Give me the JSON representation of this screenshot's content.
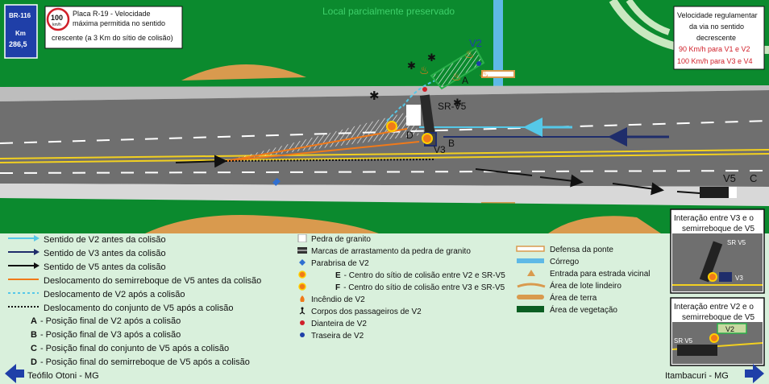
{
  "header": {
    "title": "Local parcialmente preservado",
    "br_sign": {
      "line1": "BR-116",
      "line2": "Km",
      "line3": "286,5"
    },
    "speed_sign": {
      "value": "100",
      "unit": "km/h",
      "text1": "Placa R-19 - Velocidade",
      "text2": "máxima permitida no sentido",
      "text3": "crescente (a 3 Km do sítio de colisão)"
    },
    "speed_info": {
      "line1": "Velocidade regulamentar",
      "line2": "da via no sentido",
      "line3": "decrescente",
      "line4": "90 Km/h para V1 e V2",
      "line5": "100 Km/h para V3 e V4"
    }
  },
  "scene_labels": {
    "v2": "V2",
    "a": "A",
    "srv5": "SR-V5",
    "d": "D",
    "v3": "V3",
    "b": "B",
    "v5": "V5",
    "c": "C"
  },
  "insets": {
    "inset1": {
      "title1": "Interação entre V3 e o",
      "title2": "semirreboque de V5",
      "srv5": "SR V5",
      "v3": "V3"
    },
    "inset2": {
      "title1": "Interação entre V2 e o",
      "title2": "semirreboque de V5",
      "srv5": "SR V5",
      "v2": "V2"
    }
  },
  "legend_left": [
    {
      "key": "",
      "text": "Sentido de V2 antes da colisão"
    },
    {
      "key": "",
      "text": "Sentido de V3 antes da colisão"
    },
    {
      "key": "",
      "text": "Sentido de V5 antes da colisão"
    },
    {
      "key": "",
      "text": "Deslocamento do semirreboque de V5 antes da colisão"
    },
    {
      "key": "",
      "text": "Deslocamento de V2 após a colisão"
    },
    {
      "key": "",
      "text": "Deslocamento do conjunto de V5 após a colisão"
    },
    {
      "key": "A",
      "text": " - Posição final de V2 após a colisão"
    },
    {
      "key": "B",
      "text": " - Posição final de V3 após a colisão"
    },
    {
      "key": "C",
      "text": " - Posição final do conjunto de V5 após a colisão"
    },
    {
      "key": "D",
      "text": " - Posição final do semirreboque de V5 após a colisão"
    }
  ],
  "legend_mid": [
    {
      "text": "Pedra de granito"
    },
    {
      "text": "Marcas de arrastamento da pedra de granito"
    },
    {
      "text": "Parabrisa de V2"
    },
    {
      "key": "E",
      "text": " - Centro do sítio de colisão entre V2 e SR-V5"
    },
    {
      "key": "F",
      "text": " - Centro do sítio de colisão entre V3 e SR-V5"
    },
    {
      "text": "Incêndio de V2"
    },
    {
      "text": "Corpos dos passageiros de V2"
    },
    {
      "text": "Dianteira de V2"
    },
    {
      "text": "Traseira de V2"
    }
  ],
  "legend_right": [
    {
      "text": "Defensa da ponte"
    },
    {
      "text": "Córrego"
    },
    {
      "text": "Entrada para estrada vicinal"
    },
    {
      "text": "Área de lote lindeiro"
    },
    {
      "text": "Área de terra"
    },
    {
      "text": "Área de vegetação"
    }
  ],
  "footer": {
    "left_city": "Teófilo Otoni - MG",
    "right_city": "Itambacuri - MG"
  },
  "colors": {
    "grass": "#0b8a2e",
    "road": "#6f6f6f",
    "legend_bg": "#d9f0dc",
    "dirt": "#d99a4e",
    "lot": "#b8e0b0",
    "stream": "#5fb9e6",
    "orange": "#f07a1a",
    "cyan": "#55c8e8"
  }
}
